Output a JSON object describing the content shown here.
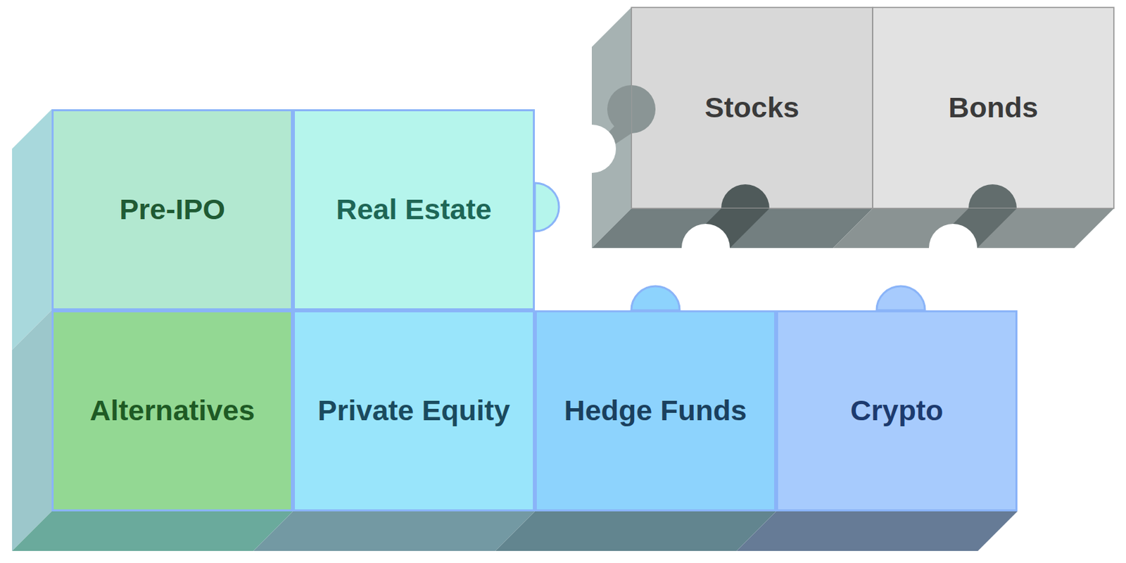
{
  "diagram": {
    "nodes": [
      {
        "text": [
          "Pre-IPO"
        ]
      },
      {
        "text": [
          "Real Estate"
        ]
      },
      {
        "text": [
          "Stocks"
        ]
      },
      {
        "text": [
          "Bonds"
        ]
      },
      {
        "text": [
          "Alternatives"
        ]
      },
      {
        "text": [
          "Private Equity"
        ]
      },
      {
        "text": [
          "Hedge Funds"
        ]
      },
      {
        "text": [
          "Crypto"
        ]
      }
    ]
  }
}
